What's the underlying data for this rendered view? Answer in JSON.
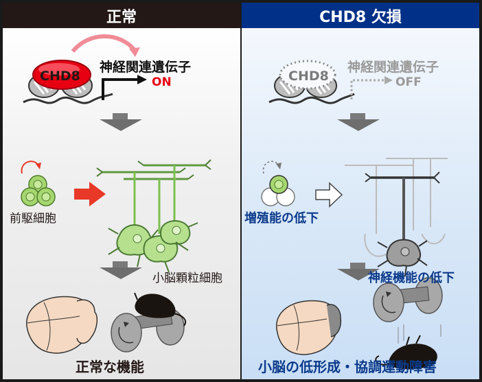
{
  "colors": {
    "frame": "#1a1a1a",
    "normal_header_bg": "#231815",
    "deficient_header_bg": "#003087",
    "on_text": "#e60012",
    "deficient_text": "#0b3a8a",
    "off_text": "#9a9a9a",
    "chd8_fill": "#e60012",
    "neuron_green": "#8fcf6a",
    "brain_fill": "#f5d9c2",
    "arrow_red": "#e83828",
    "arrow_gray": "#6e6e6e"
  },
  "normal": {
    "header": "正常",
    "chd8_label": "CHD8",
    "gene_label": "神経関連遺伝子",
    "status": "ON",
    "progenitor_label": "前駆細胞",
    "granule_label": "小脳顆粒細胞",
    "outcome": "正常な機能"
  },
  "deficient": {
    "header": "CHD8 欠損",
    "chd8_label": "CHD8",
    "gene_label": "神経関連遺伝子",
    "status": "OFF",
    "proliferation_label": "増殖能の低下",
    "neural_label": "神経機能の低下",
    "outcome": "小脳の低形成・協調運動障害"
  }
}
